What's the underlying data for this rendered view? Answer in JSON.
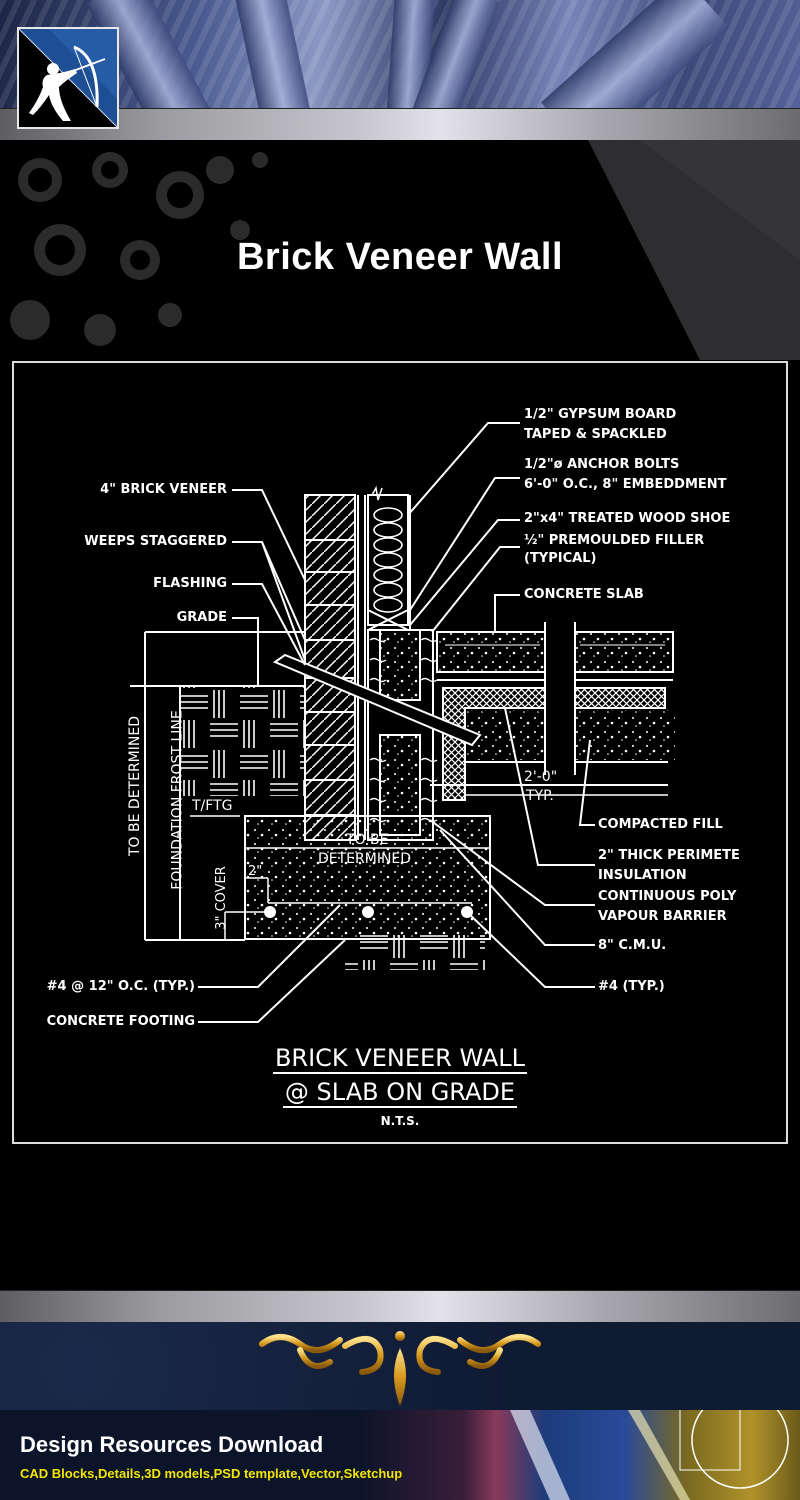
{
  "page_title": "Brick Veneer Wall",
  "logo": {
    "icon": "archer-logo-icon"
  },
  "drawing": {
    "labels_left": [
      {
        "id": "brick-veneer",
        "text": "4\" BRICK VENEER"
      },
      {
        "id": "weeps-staggered",
        "text": "WEEPS STAGGERED"
      },
      {
        "id": "flashing",
        "text": "FLASHING"
      },
      {
        "id": "grade",
        "text": "GRADE"
      },
      {
        "id": "rebar-12oc",
        "text": "#4 @ 12\" O.C. (TYP.)"
      },
      {
        "id": "concrete-footing",
        "text": "CONCRETE FOOTING"
      }
    ],
    "labels_right": [
      {
        "id": "gypsum-board-1",
        "text": "1/2\" GYPSUM BOARD"
      },
      {
        "id": "gypsum-board-2",
        "text": "TAPED & SPACKLED"
      },
      {
        "id": "anchor-bolts-1",
        "text": "1/2\"ø ANCHOR BOLTS"
      },
      {
        "id": "anchor-bolts-2",
        "text": "6'-0\" O.C., 8\" EMBEDDMENT"
      },
      {
        "id": "wood-shoe",
        "text": "2\"x4\" TREATED WOOD SHOE"
      },
      {
        "id": "filler-1",
        "text": "½\" PREMOULDED FILLER"
      },
      {
        "id": "filler-2",
        "text": "(TYPICAL)"
      },
      {
        "id": "concrete-slab",
        "text": "CONCRETE SLAB"
      },
      {
        "id": "compacted-fill",
        "text": "COMPACTED FILL"
      },
      {
        "id": "insulation-1",
        "text": "2\" THICK PERIMETE"
      },
      {
        "id": "insulation-2",
        "text": "INSULATION"
      },
      {
        "id": "poly-1",
        "text": "CONTINUOUS POLY"
      },
      {
        "id": "poly-2",
        "text": "VAPOUR BARRIER"
      },
      {
        "id": "cmu",
        "text": "8\" C.M.U."
      },
      {
        "id": "rebar-typ",
        "text": "#4 (TYP.)"
      }
    ],
    "dimensions": {
      "to_be_determined_vertical": "TO BE DETERMINED",
      "frost_line": "FOUNDATION FROST LINE",
      "tftg": "T/FTG",
      "footing_width_1": "TO BE",
      "footing_width_2": "DETERMINED",
      "cover_2in": "2\"",
      "cover_3in": "3\" COVER",
      "slab_dim_1": "2'-0\"",
      "slab_dim_2": "TYP."
    },
    "title_line_1": "BRICK VENEER WALL",
    "title_line_2": "@ SLAB ON GRADE",
    "scale_note": "N.T.S."
  },
  "footer": {
    "ornament_icon": "gold-flourish-icon",
    "title": "Design Resources Download",
    "subtitle": "CAD Blocks,Details,3D models,PSD template,Vector,Sketchup",
    "subtitle_color": "#f2e600"
  }
}
